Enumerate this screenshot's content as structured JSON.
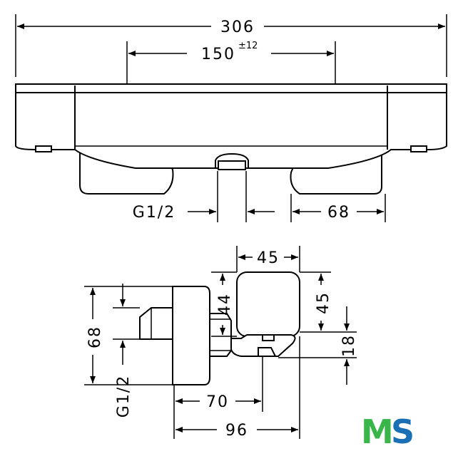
{
  "top_view": {
    "overall_width": "306",
    "center_distance": "150",
    "center_tolerance": "±12",
    "connection_left": "G1/2",
    "handle_width": "68"
  },
  "side_view": {
    "depth_top": "45",
    "head_height": "45",
    "offset_44": "44",
    "spout_height": "18",
    "body_height": "68",
    "connection": "G1/2",
    "spout_depth": "70",
    "overall_depth": "96"
  },
  "logo": {
    "text_m": "M",
    "text_s": "S",
    "color_m": "#39b54a",
    "color_s": "#1a6fb5"
  }
}
